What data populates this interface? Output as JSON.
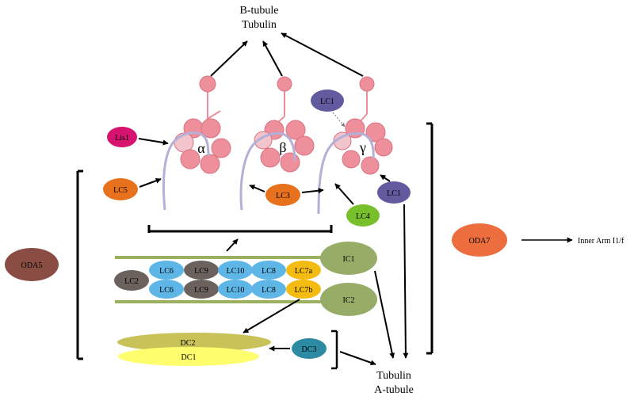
{
  "top_label": {
    "line1": "B-tubule",
    "line2": "Tubulin"
  },
  "bottom_label": {
    "line1": "Tubulin",
    "line2": "A-tubule"
  },
  "heavy_chains": [
    {
      "name": "alpha",
      "symbol": "α"
    },
    {
      "name": "beta",
      "symbol": "β"
    },
    {
      "name": "gamma",
      "symbol": "γ"
    }
  ],
  "components": {
    "lis1": "Lis1",
    "lc1_top": "LC1",
    "lc5": "LC5",
    "lc3": "LC3",
    "lc4": "LC4",
    "lc1_right": "LC1",
    "oda5": "ODA5",
    "oda7": "ODA7",
    "inner_arm": "Inner Arm I1/f",
    "lc2": "LC2",
    "lc6_top": "LC6",
    "lc9_top": "LC9",
    "lc10_top": "LC10",
    "lc8_top": "LC8",
    "lc7a": "LC7a",
    "lc6_bottom": "LC6",
    "lc9_bottom": "LC9",
    "lc10_bottom": "LC10",
    "lc8_bottom": "LC8",
    "lc7b": "LC7b",
    "ic1": "IC1",
    "ic2": "IC2",
    "dc2": "DC2",
    "dc1": "DC1",
    "dc3": "DC3"
  },
  "colors": {
    "tubulin_pink": "#ee8f9c",
    "stalk_pink": "#e98f9d",
    "heavy_chain_line": "#b4b0d8",
    "lis1": "#d6146f",
    "lc1": "#625a9e",
    "orange": "#e8711e",
    "lc4": "#78bf2c",
    "oda5": "#8a4d43",
    "oda7": "#ec6e3e",
    "lc_grey": "#6b625d",
    "lc_blue": "#5eb6e6",
    "lc7_yellow": "#f4bb11",
    "ic_green": "#97ad67",
    "rail_green": "#9bb060",
    "dc2": "#c9c259",
    "dc1": "#fefd6e",
    "dc3": "#2c8ba2"
  }
}
